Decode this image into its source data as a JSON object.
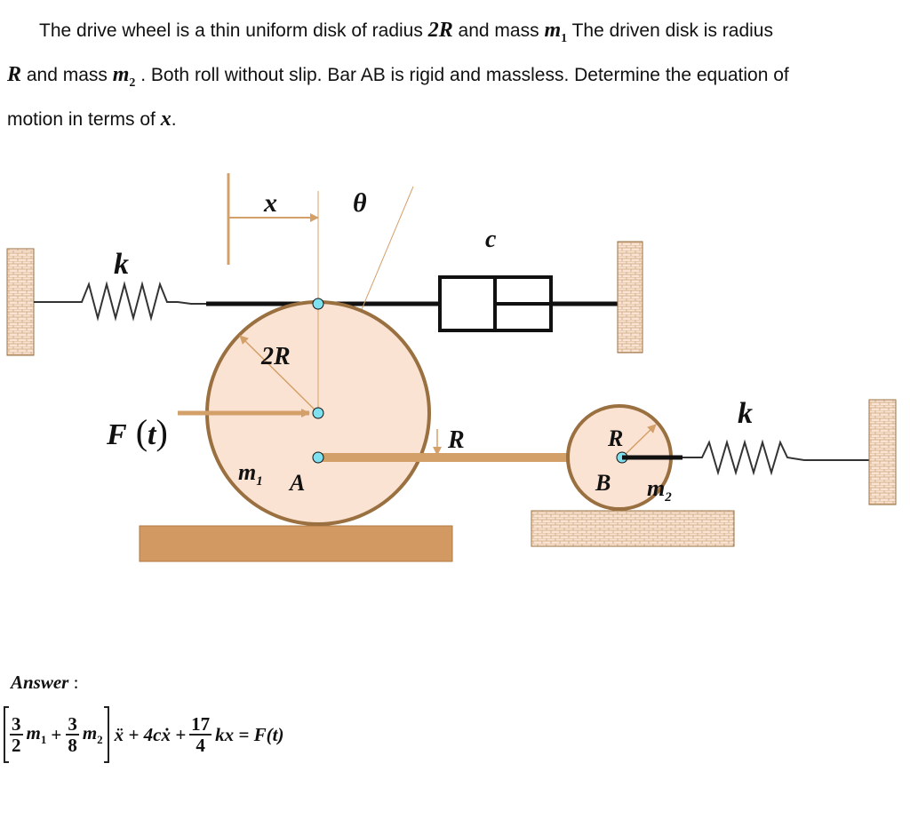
{
  "problem": {
    "line1_a": "The drive wheel is a thin uniform disk of radius ",
    "line1_R": "2R",
    "line1_b": " and mass ",
    "line1_m": "m",
    "line1_msub": "1",
    "line1_c": " The driven disk is radius",
    "line2_R": "R",
    "line2_a": " and mass ",
    "line2_m": "m",
    "line2_msub": "2",
    "line2_b": " . Both roll without slip. Bar AB is rigid and massless. Determine the equation of",
    "line3_a": "motion in terms of ",
    "line3_x": "x",
    "line3_b": "."
  },
  "diagram": {
    "label_x": "x",
    "label_theta": "θ",
    "label_c": "c",
    "label_k_left": "k",
    "label_2R": "2R",
    "label_F": "F",
    "label_t": "t",
    "label_R_bar": "R",
    "label_m1": "m",
    "label_m1_sub": "1",
    "label_A": "A",
    "label_R_small": "R",
    "label_B": "B",
    "label_m2": "m",
    "label_m2_sub": "2",
    "label_k_right": "k"
  },
  "answer": {
    "label": "Answer",
    "colon": " :",
    "frac1_num": "3",
    "frac1_den": "2",
    "m1": "m",
    "m1_sub": "1",
    "plus1": "+",
    "frac2_num": "3",
    "frac2_den": "8",
    "m2": "m",
    "m2_sub": "2",
    "rest1": "ẍ + 4cẋ +",
    "frac3_num": "17",
    "frac3_den": "4",
    "rest2": "kx = F(t)"
  },
  "colors": {
    "disk_fill": "#fbe3d3",
    "disk_stroke": "#9a7040",
    "bar": "#d4a06a",
    "ground": "#d29a62",
    "node": "#7fe0f0",
    "arrow": "#d4a06a"
  }
}
